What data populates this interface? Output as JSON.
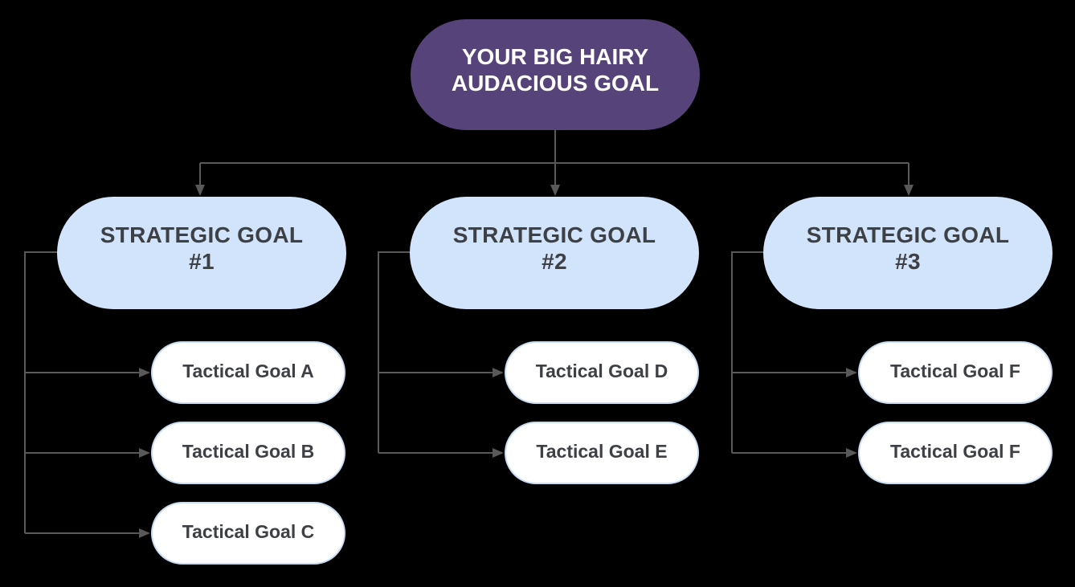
{
  "diagram": {
    "colors": {
      "background": "#000000",
      "connector": "#595959",
      "root_fill": "#564379",
      "root_text": "#ffffff",
      "strategic_fill": "#d2e4fb",
      "tactical_fill": "#ffffff",
      "tactical_border": "#c9ddf5",
      "goal_text": "#3d4045"
    },
    "root": {
      "lines": [
        "YOUR BIG HAIRY",
        "AUDACIOUS GOAL"
      ]
    },
    "branches": [
      {
        "strategic": {
          "lines": [
            "STRATEGIC GOAL",
            "#1"
          ]
        },
        "tactical": [
          "Tactical Goal A",
          "Tactical Goal B",
          "Tactical Goal C"
        ]
      },
      {
        "strategic": {
          "lines": [
            "STRATEGIC GOAL",
            "#2"
          ]
        },
        "tactical": [
          "Tactical Goal D",
          "Tactical Goal E"
        ]
      },
      {
        "strategic": {
          "lines": [
            "STRATEGIC GOAL",
            "#3"
          ]
        },
        "tactical": [
          "Tactical Goal F",
          "Tactical Goal F"
        ]
      }
    ]
  }
}
